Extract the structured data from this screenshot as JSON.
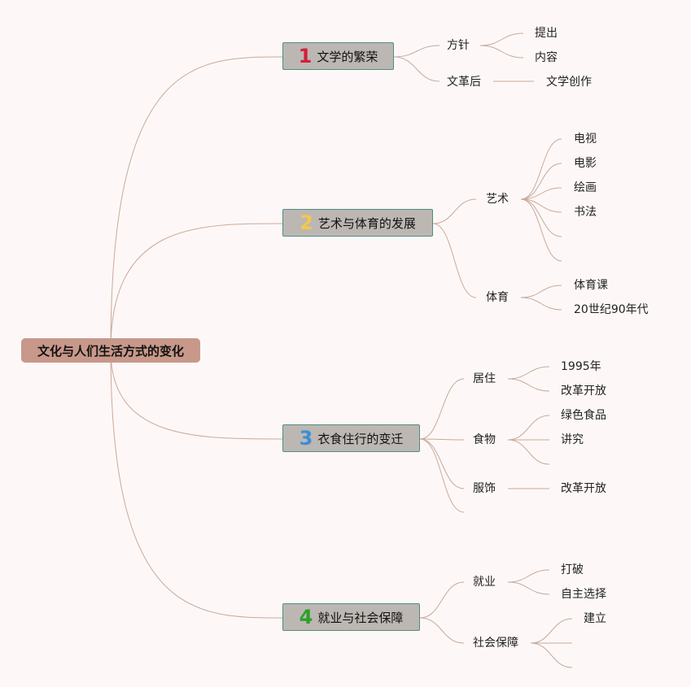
{
  "colors": {
    "background": "#fdf8f7",
    "edge": "#c9a99b",
    "root_fill": "#c8988a",
    "main_fill": "#bcb7b3",
    "main_border": "#4f8f80",
    "num1": "#d0213a",
    "num2": "#f2c84b",
    "num3": "#3a8fd4",
    "num4": "#2ca02c"
  },
  "root": {
    "label": "文化与人们生活方式的变化"
  },
  "branches": [
    {
      "num": "1",
      "label": "文学的繁荣",
      "children": [
        {
          "label": "方针",
          "children": [
            "提出",
            "内容"
          ]
        },
        {
          "label": "文革后",
          "children": [
            "文学创作"
          ]
        }
      ]
    },
    {
      "num": "2",
      "label": "艺术与体育的发展",
      "children": [
        {
          "label": "艺术",
          "children": [
            "电视",
            "电影",
            "绘画",
            "书法",
            "",
            ""
          ]
        },
        {
          "label": "体育",
          "children": [
            "体育课",
            "20世纪90年代"
          ]
        }
      ]
    },
    {
      "num": "3",
      "label": "衣食住行的变迁",
      "children": [
        {
          "label": "居住",
          "children": [
            "1995年",
            "改革开放"
          ]
        },
        {
          "label": "食物",
          "children": [
            "绿色食品",
            "讲究",
            ""
          ]
        },
        {
          "label": "服饰",
          "children": [
            "改革开放"
          ]
        },
        {
          "label": "",
          "children": []
        }
      ]
    },
    {
      "num": "4",
      "label": "就业与社会保障",
      "children": [
        {
          "label": "就业",
          "children": [
            "打破",
            "自主选择"
          ]
        },
        {
          "label": "社会保障",
          "children": [
            "建立",
            "",
            ""
          ]
        }
      ]
    }
  ]
}
